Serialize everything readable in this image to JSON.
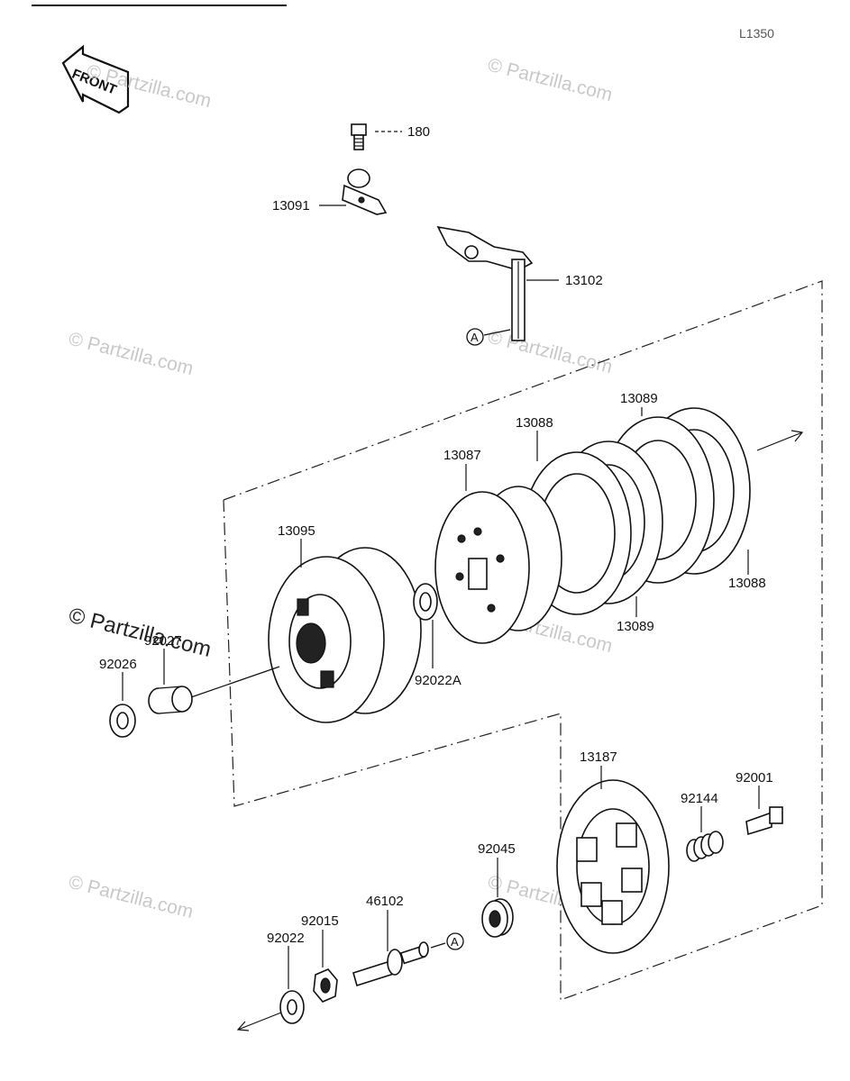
{
  "diagram": {
    "ref_code": "L1350",
    "front_label": "FRONT",
    "callout_a": "A",
    "watermark": "© Partzilla.com",
    "parts": [
      {
        "number": "180"
      },
      {
        "number": "13091"
      },
      {
        "number": "13102"
      },
      {
        "number": "13089"
      },
      {
        "number": "13088"
      },
      {
        "number": "13087"
      },
      {
        "number": "13095"
      },
      {
        "number": "92027"
      },
      {
        "number": "92026"
      },
      {
        "number": "92022A"
      },
      {
        "number": "13088"
      },
      {
        "number": "13089"
      },
      {
        "number": "13187"
      },
      {
        "number": "92001"
      },
      {
        "number": "92144"
      },
      {
        "number": "92045"
      },
      {
        "number": "46102"
      },
      {
        "number": "92015"
      },
      {
        "number": "92022"
      }
    ]
  }
}
